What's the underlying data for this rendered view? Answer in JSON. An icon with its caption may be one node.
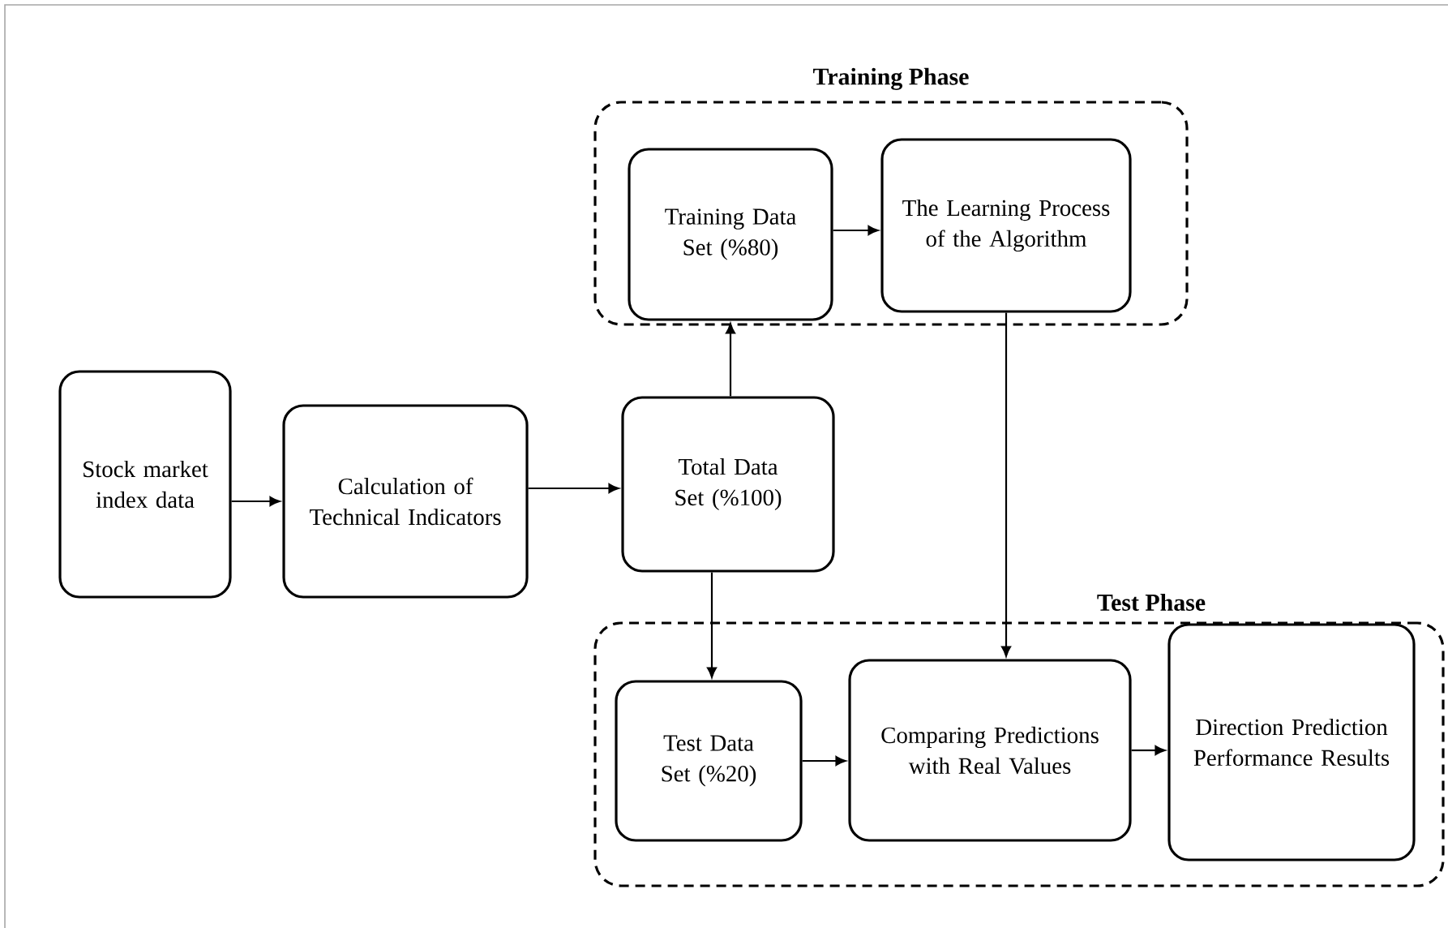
{
  "diagram": {
    "nodes": [
      {
        "text": [
          "Training Phase"
        ]
      },
      {
        "text": [
          "Training Data Set (%80)"
        ],
        "in": 0
      },
      {
        "text": [
          "The Learning Process of the Algorithm"
        ],
        "in": 0
      },
      {
        "text": [
          "Stock market index data"
        ]
      },
      {
        "text": [
          "Calculation of Technical Indicators"
        ]
      },
      {
        "text": [
          "Total Data Set (%100)"
        ]
      },
      {
        "text": [
          "Test Phase"
        ]
      },
      {
        "text": [
          "Test Data Set (%20)"
        ],
        "in": 6
      },
      {
        "text": [
          "Comparing Predictions with Real Values"
        ],
        "in": 6
      },
      {
        "text": [
          "Direction Prediction Performance Results"
        ],
        "in": 6
      }
    ],
    "edges": [
      {
        "from": 3,
        "to": 4,
        "arrow": "to"
      },
      {
        "from": 4,
        "to": 5,
        "arrow": "to"
      },
      {
        "from": 5,
        "to": 1,
        "arrow": "to"
      },
      {
        "from": 1,
        "to": 2,
        "arrow": "to"
      },
      {
        "from": 5,
        "to": 7,
        "arrow": "to"
      },
      {
        "from": 2,
        "to": 8,
        "arrow": "to"
      },
      {
        "from": 7,
        "to": 8,
        "arrow": "to"
      },
      {
        "from": 8,
        "to": 9,
        "arrow": "to"
      }
    ]
  }
}
